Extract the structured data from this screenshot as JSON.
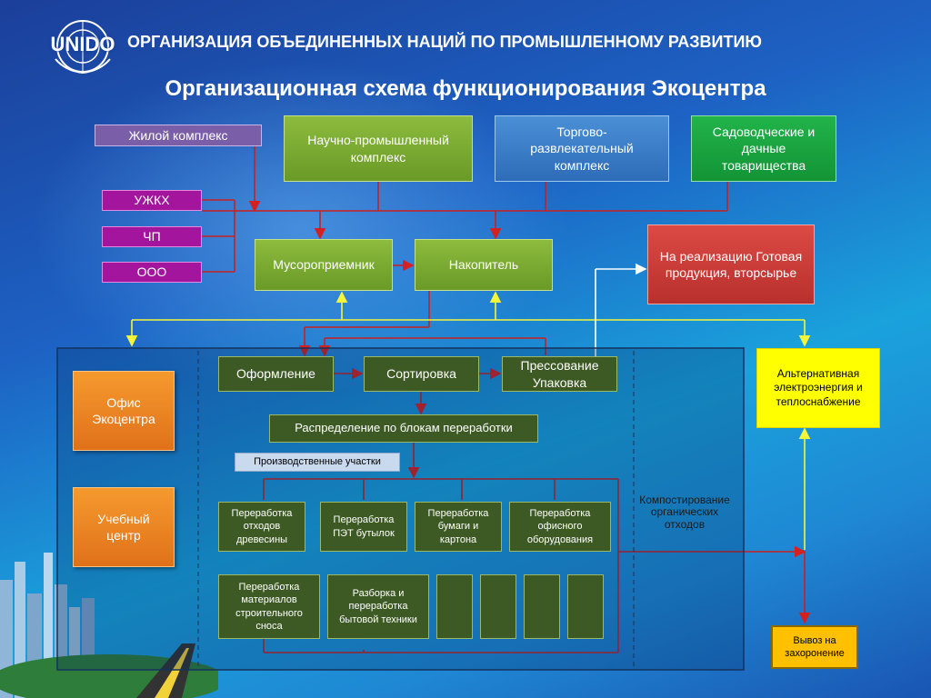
{
  "header": {
    "logo_text": "UNIDO",
    "org_name": "ОРГАНИЗАЦИЯ ОБЪЕДИНЕННЫХ НАЦИЙ ПО ПРОМЫШЛЕННОМУ РАЗВИТИЮ",
    "title": "Организационная схема функционирования Экоцентра"
  },
  "sources": {
    "residential": "Жилой комплекс",
    "science": "Научно-промышленный комплекс",
    "trade": "Торгово-развлекательный комплекс",
    "gardening": "Садоводческие и дачные товарищества",
    "uzhkh": "УЖКХ",
    "chp": "ЧП",
    "ooo": "ООО"
  },
  "flow": {
    "receiver": "Мусороприемник",
    "storage": "Накопитель",
    "sales": "На реализацию Готовая продукция, вторсырье",
    "alt_energy": "Альтернативная электроэнергия и теплоснабжение",
    "registration": "Оформление",
    "sorting": "Сортировка",
    "pressing": "Прессование Упаковка",
    "distribution": "Распределение по блокам переработки",
    "production_sites": "Производственные участки",
    "composting": "Компостирование органических отходов",
    "landfill": "Вывоз на захоронение"
  },
  "offices": {
    "office": "Офис Экоцентра",
    "training": "Учебный центр"
  },
  "processing": {
    "wood": "Переработка отходов древесины",
    "pet": "Переработка ПЭТ бутылок",
    "paper": "Переработка бумаги и картона",
    "office_eq": "Переработка офисного оборудования",
    "construction": "Переработка материалов строительного сноса",
    "appliances": "Разборка и переработка бытовой техники"
  }
}
